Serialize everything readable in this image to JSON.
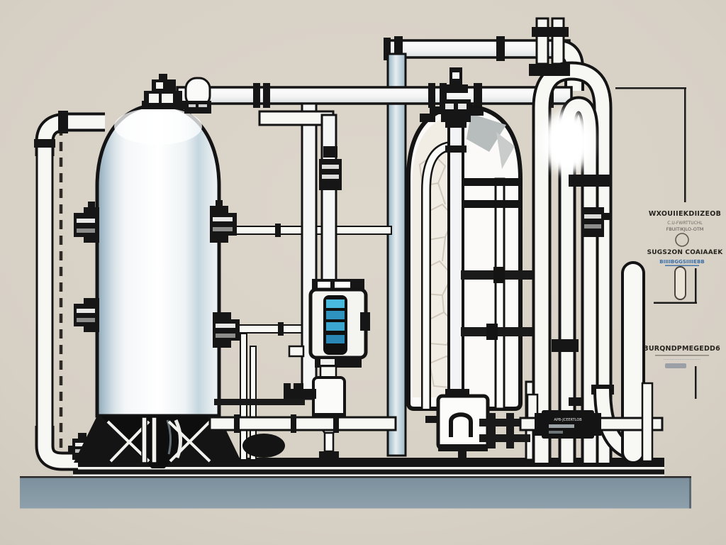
{
  "panels": {
    "p1": {
      "title": "WXOUIIEKDIIZEOB",
      "line1": "C.U-FWRTTUCHL",
      "line2": "FBUITIKJLO-OTM"
    },
    "p2": {
      "title": "SUGS2ON COAIAAEK",
      "link": "BIIIIBGGSIIIIEBB"
    },
    "p3": {
      "title": "3URQNDPMEGEDD6",
      "dots": "······························"
    }
  },
  "meter": {
    "label": "APB-JCEERTLOB"
  },
  "controller": {
    "display_rows": 4,
    "display_color": "#45b4da"
  },
  "palette": {
    "background": "#d8d1c6",
    "floor": "#8296a3",
    "outline": "#141414",
    "pipe": "#f7f7f4",
    "tank_blue": "#aec3cf",
    "display_cyan": "#45b4da",
    "link_blue": "#3a6ea8",
    "base_dark": "#161616"
  }
}
